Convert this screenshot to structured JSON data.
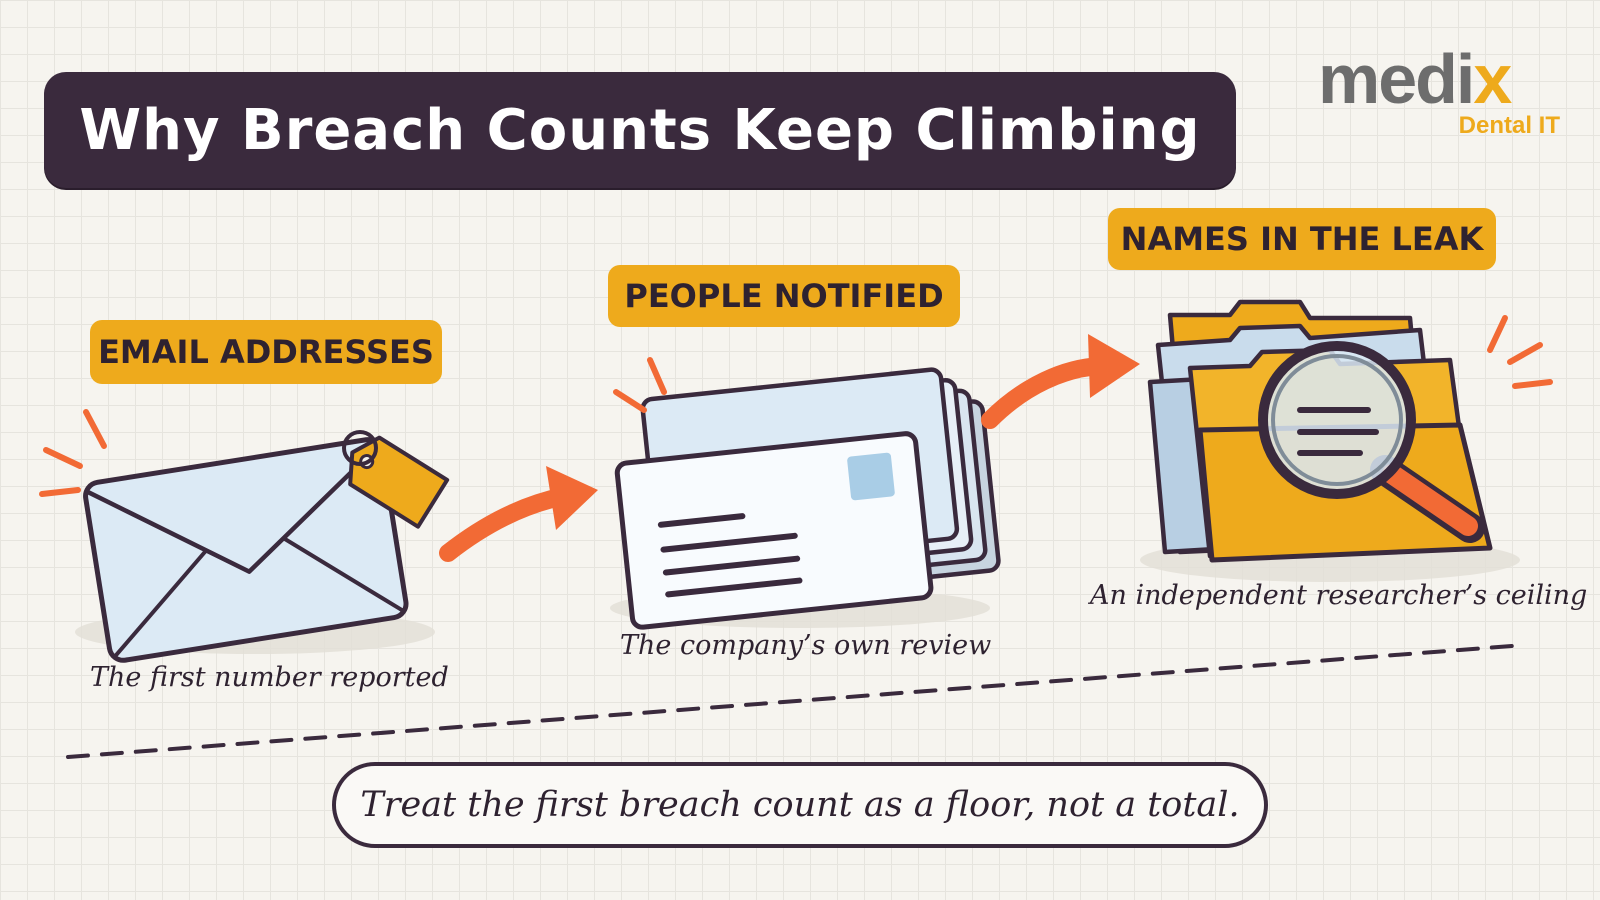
{
  "title": "Why Breach Counts Keep Climbing",
  "logo": {
    "word_main": "medi",
    "word_accent": "x",
    "sub_main": "Dental ",
    "sub_accent": "IT"
  },
  "stages": [
    {
      "label": "EMAIL ADDRESSES",
      "caption": "The first number reported",
      "icon": "envelope-icon"
    },
    {
      "label": "PEOPLE NOTIFIED",
      "caption": "The company’s own review",
      "icon": "envelope-stack-icon"
    },
    {
      "label": "NAMES IN THE LEAK",
      "caption": "An independent researcher’s ceiling",
      "icon": "folder-magnifier-icon"
    }
  ],
  "footer": "Treat the first breach count as a floor, not a total.",
  "colors": {
    "dark": "#3a2a3d",
    "accent_yellow": "#eeaa1c",
    "arrow_orange": "#f26a35",
    "logo_gray": "#6d6d6d",
    "paper_blue": "#dceaf5"
  }
}
